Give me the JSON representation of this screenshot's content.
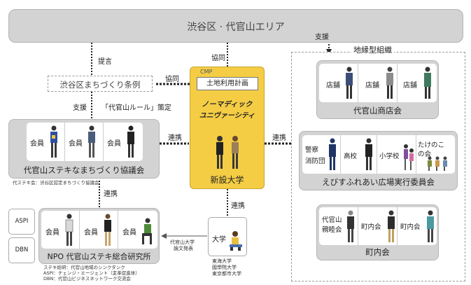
{
  "top": {
    "title": "渋谷区 · 代官山エリア"
  },
  "ordinance": {
    "label": "渋谷区まちづくり条例"
  },
  "edge_labels": {
    "teigen": "提言",
    "kyodo_top": "協同",
    "kyodo_left": "協同",
    "shien_left": "支援",
    "rule": "「代官山ルール」策定",
    "renkei_left": "連携",
    "renkei_right": "連携",
    "renkei_mid": "連携",
    "renkei_bottom": "連携",
    "shien_right": "支援"
  },
  "cmp": {
    "tag": "CMP",
    "plan": "土地利用計画",
    "nomadic": "ノーマディック",
    "university": "ユニヴァーシティ",
    "name": "新設大学"
  },
  "kyogikai": {
    "title": "代官山ステキなまちづくり協議会",
    "members": [
      "会員",
      "会員",
      "会員"
    ],
    "note": "代ステキ会：渋谷区認定まちづくり協議会"
  },
  "npo": {
    "title": "NPO 代官山ステキ総合研究所",
    "members": [
      "会員",
      "会員",
      "会員"
    ],
    "side": [
      "ASPI",
      "DBN"
    ],
    "notes": [
      "ステキ総研：代官山地域のシンクタンク",
      "ASPI：チェンジ・エージェント（変革促進体）",
      "DBN：代官山ビジネスネットワーク交流会"
    ]
  },
  "daigaku": {
    "label": "大学",
    "presentation": [
      "代官山大学",
      "論文発表"
    ],
    "names": [
      "東海大学",
      "國學院大学",
      "東京都市大学"
    ]
  },
  "chien": {
    "title": "地縁型組織",
    "shotenkai": {
      "title": "代官山商店会",
      "members": [
        "店舗",
        "店舗",
        "店舗"
      ]
    },
    "ebisu": {
      "title": "えびすふれあい広場実行委員会",
      "members": [
        "警察\n消防団",
        "高校",
        "小学校",
        "たけのこ\nの会"
      ]
    },
    "chonaikai": {
      "title": "町内会",
      "members": [
        "代官山\n親睦会",
        "町内会",
        "町内会"
      ]
    }
  },
  "colors": {
    "grey_box": "#d3d3d3",
    "yellow": "#f4cd45",
    "line": "#222222"
  }
}
